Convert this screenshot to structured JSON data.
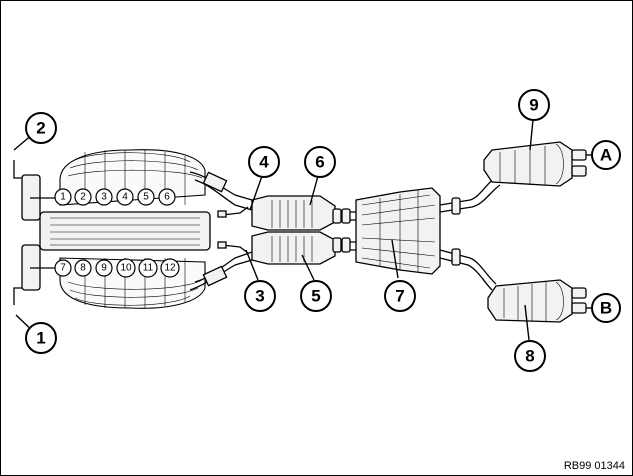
{
  "callouts": [
    {
      "id": "c1",
      "label": "1"
    },
    {
      "id": "c2",
      "label": "2"
    },
    {
      "id": "c3",
      "label": "3"
    },
    {
      "id": "c4",
      "label": "4"
    },
    {
      "id": "c5",
      "label": "5"
    },
    {
      "id": "c6",
      "label": "6"
    },
    {
      "id": "c7",
      "label": "7"
    },
    {
      "id": "c8",
      "label": "8"
    },
    {
      "id": "c9",
      "label": "9"
    },
    {
      "id": "cA",
      "label": "A"
    },
    {
      "id": "cB",
      "label": "B"
    }
  ],
  "cylinders_upper": [
    "1",
    "2",
    "3",
    "4",
    "5",
    "6"
  ],
  "cylinders_lower": [
    "7",
    "8",
    "9",
    "10",
    "11",
    "12"
  ],
  "reference_code": "RB99 01344"
}
